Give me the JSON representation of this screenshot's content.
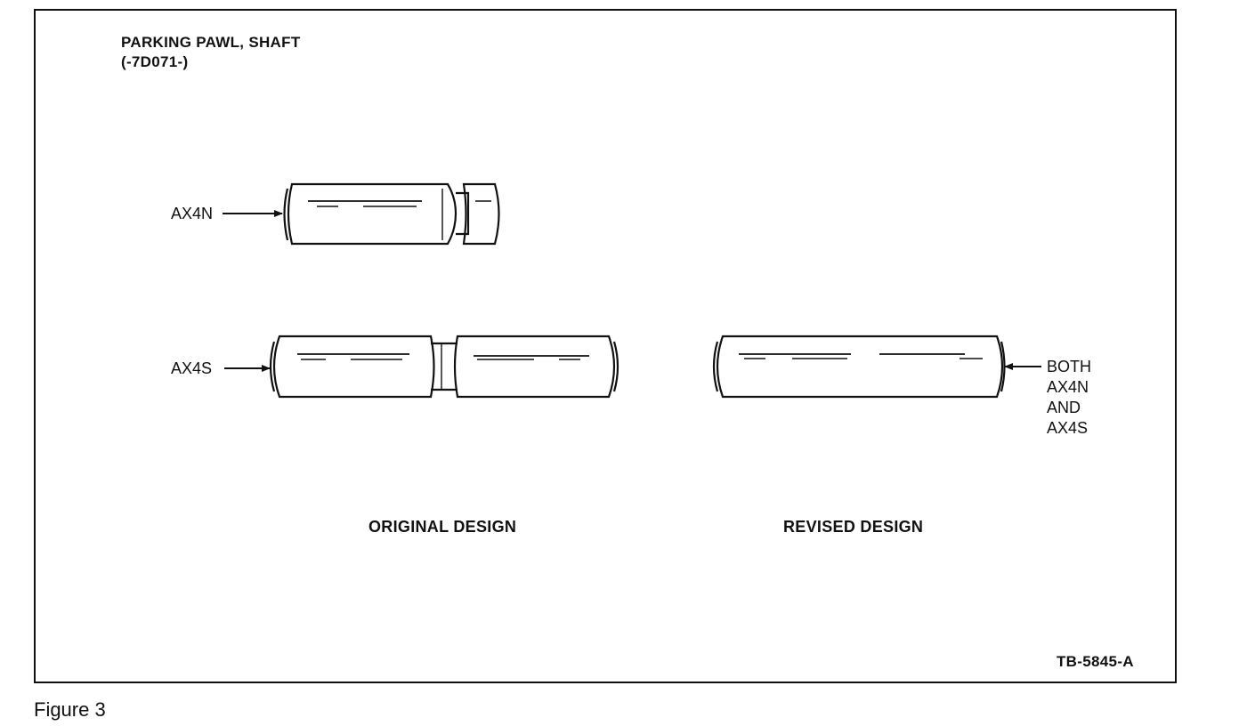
{
  "diagram": {
    "title": "PARKING PAWL, SHAFT",
    "part_number": "(-7D071-)",
    "labels": {
      "ax4n": "AX4N",
      "ax4s": "AX4S",
      "both_line1": "BOTH",
      "both_line2": "AX4N",
      "both_line3": "AND",
      "both_line4": "AX4S"
    },
    "captions": {
      "original": "ORIGINAL DESIGN",
      "revised": "REVISED DESIGN"
    },
    "reference_code": "TB-5845-A"
  },
  "figure_caption": "Figure 3"
}
